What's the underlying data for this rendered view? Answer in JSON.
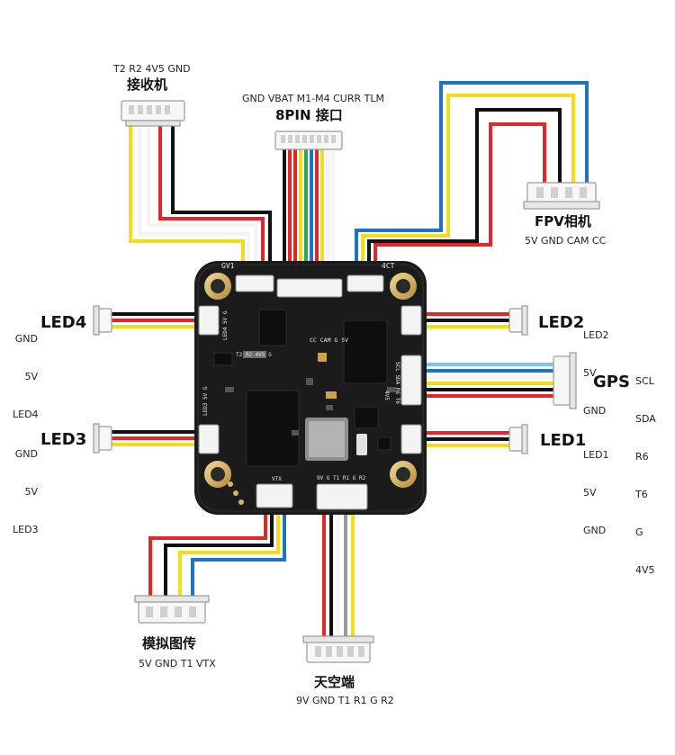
{
  "connectors": {
    "receiver": {
      "pins": "T2 R2 4V5 GND",
      "name": "接收机"
    },
    "eight_pin": {
      "pins": "GND VBAT M1-M4 CURR TLM",
      "name": "8PIN 接口"
    },
    "fpv_camera": {
      "name": "FPV相机",
      "pins": "5V GND CAM CC"
    },
    "led4": {
      "name": "LED4",
      "pins": [
        "GND",
        "5V",
        "LED4"
      ]
    },
    "led3": {
      "name": "LED3",
      "pins": [
        "GND",
        "5V",
        "LED3"
      ]
    },
    "led2": {
      "name": "LED2",
      "pins": [
        "LED2",
        "5V",
        "GND"
      ]
    },
    "led1": {
      "name": "LED1",
      "pins": [
        "LED1",
        "5V",
        "GND"
      ]
    },
    "gps": {
      "name": "GPS",
      "pins": [
        "SCL",
        "SDA",
        "R6",
        "T6",
        "G",
        "4V5"
      ]
    },
    "analog_vtx": {
      "name": "模拟图传",
      "pins": "5V GND T1 VTX"
    },
    "sky_end": {
      "name": "天空端",
      "pins": "9V GND T1 R1 G R2"
    }
  },
  "silkscreen": {
    "corner_left": "GV1",
    "corner_right": "4CT",
    "cam_header": "CC CAM G 5V",
    "rx_header": "T2 R2 4V5 G",
    "vtx_header": "VTX",
    "sky_header": "9V G T1 R1 G R2",
    "gps_header": "SCL SDA R6 T6",
    "left_mid": "LED4 5V G",
    "left_low": "LED3 5V G",
    "right_4v5": "4V5"
  },
  "colors": {
    "board": "#1b1b1b",
    "wire_red": "#e3262a",
    "wire_black": "#111111",
    "wire_yellow": "#f4dc16",
    "wire_blue": "#1f73c4",
    "wire_white": "#f4f4f4",
    "wire_green": "#2ea84a",
    "wire_lightblue": "#7fc4e6",
    "wire_gray": "#9a9a9a",
    "gold": "#d9b45a"
  }
}
